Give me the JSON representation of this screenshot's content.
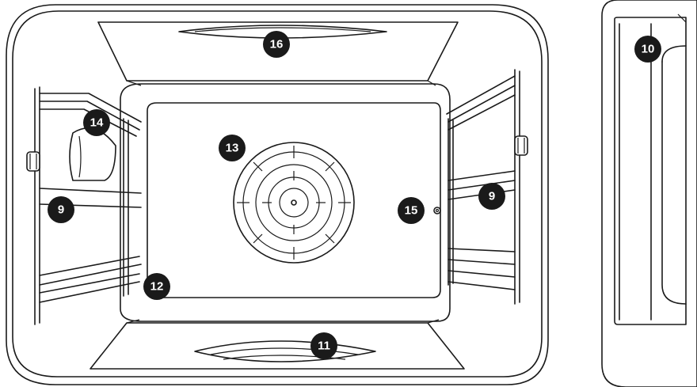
{
  "colors": {
    "line": "#1a1a1a",
    "background": "#ffffff",
    "badge": "#1a1a1a",
    "badge_text": "#ffffff"
  },
  "callouts": {
    "fan_cover": "13",
    "left_shelf_support": "9",
    "right_shelf_support": "9",
    "door": "10",
    "bottom_heater": "11",
    "lower_rack_rail": "12",
    "oven_lamp": "14",
    "temperature_sensor": "15",
    "top_heater": "16"
  }
}
